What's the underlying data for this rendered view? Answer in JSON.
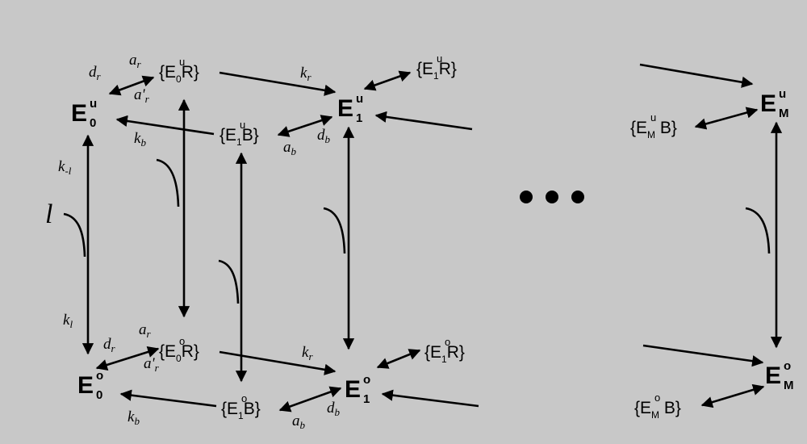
{
  "diagram": {
    "states": {
      "E0u": {
        "base": "E",
        "sup": "u",
        "sub": "0"
      },
      "E1u": {
        "base": "E",
        "sup": "u",
        "sub": "1"
      },
      "EMu": {
        "base": "E",
        "sup": "u",
        "sub": "M"
      },
      "E0o": {
        "base": "E",
        "sup": "o",
        "sub": "0"
      },
      "E1o": {
        "base": "E",
        "sup": "o",
        "sub": "1"
      },
      "EMo": {
        "base": "E",
        "sup": "o",
        "sub": "M"
      }
    },
    "complexes": {
      "E0uR": {
        "open": "{E",
        "sup": "u",
        "sub": "0",
        "rest": "R}"
      },
      "E1uR": {
        "open": "{E",
        "sup": "u",
        "sub": "1",
        "rest": "R}"
      },
      "E1uB": {
        "open": "{E",
        "sup": "u",
        "sub": "1",
        "rest": "B}"
      },
      "EMuB": {
        "open": "{E",
        "sup": "u",
        "sub": "M",
        "rest": " B}"
      },
      "E0oR": {
        "open": "{E",
        "sup": "o",
        "sub": "0",
        "rest": "R}"
      },
      "E1oR": {
        "open": "{E",
        "sup": "o",
        "sub": "1",
        "rest": "R}"
      },
      "E1oB": {
        "open": "{E",
        "sup": "o",
        "sub": "1",
        "rest": "B}"
      },
      "EMoB": {
        "open": "{E",
        "sup": "o",
        "sub": "M",
        "rest": " B}"
      }
    },
    "rates": {
      "d_r": {
        "main": "d",
        "sub": "r"
      },
      "a_r": {
        "main": "a",
        "sub": "r"
      },
      "a_prime_r": {
        "main": "a'",
        "sub": "r"
      },
      "k_r": {
        "main": "k",
        "sub": "r"
      },
      "k_b": {
        "main": "k",
        "sub": "b"
      },
      "a_b": {
        "main": "a",
        "sub": "b"
      },
      "d_b": {
        "main": "d",
        "sub": "b"
      },
      "k_minus_l": {
        "main": "k",
        "sub": "-l"
      },
      "k_l": {
        "main": "k",
        "sub": "l"
      }
    },
    "ligand": "l",
    "ellipsis": "•••"
  }
}
